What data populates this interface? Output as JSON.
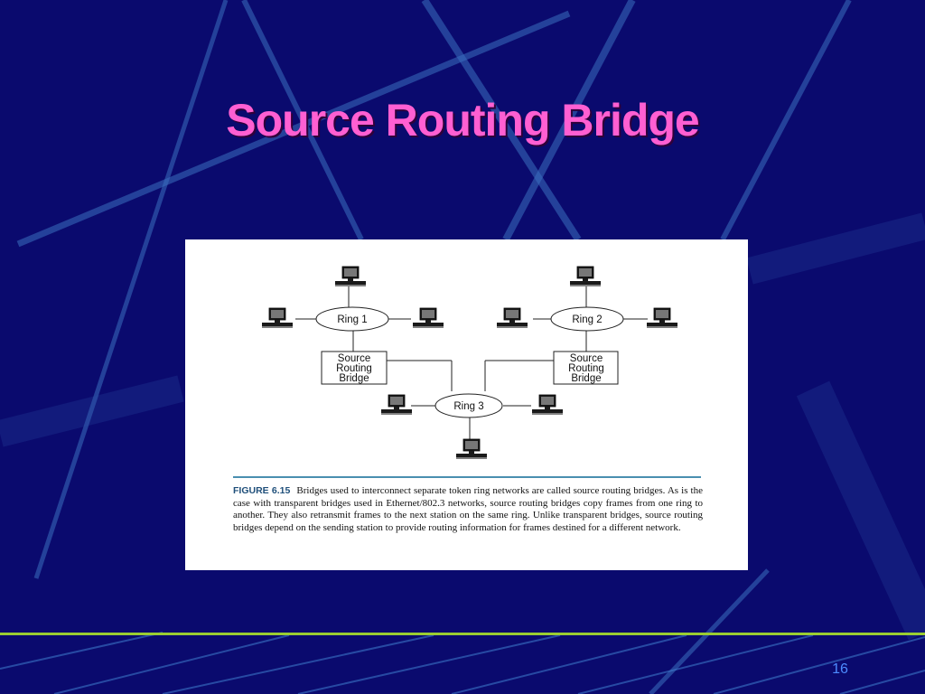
{
  "slide": {
    "title": "Source Routing Bridge",
    "page_number": "16"
  },
  "figure": {
    "rings": {
      "ring1": "Ring 1",
      "ring2": "Ring 2",
      "ring3": "Ring 3"
    },
    "bridges": {
      "left": [
        "Source",
        "Routing",
        "Bridge"
      ],
      "right": [
        "Source",
        "Routing",
        "Bridge"
      ]
    },
    "workstation_icon": "computer-workstation-icon",
    "caption_label": "FIGURE 6.15",
    "caption_text": "Bridges used to interconnect separate token ring networks are called source routing bridges. As is the case with transparent bridges used in Ethernet/802.3 networks, source routing bridges copy frames from one ring to another. They also retransmit frames to the next station on the same ring. Unlike transparent bridges, source routing bridges depend on the sending station to provide routing information for frames destined for a different network."
  },
  "colors": {
    "background": "#0a0a6e",
    "title": "#ff5fd2",
    "page_number": "#4d8cff",
    "footer_rule": "#9acd32"
  }
}
